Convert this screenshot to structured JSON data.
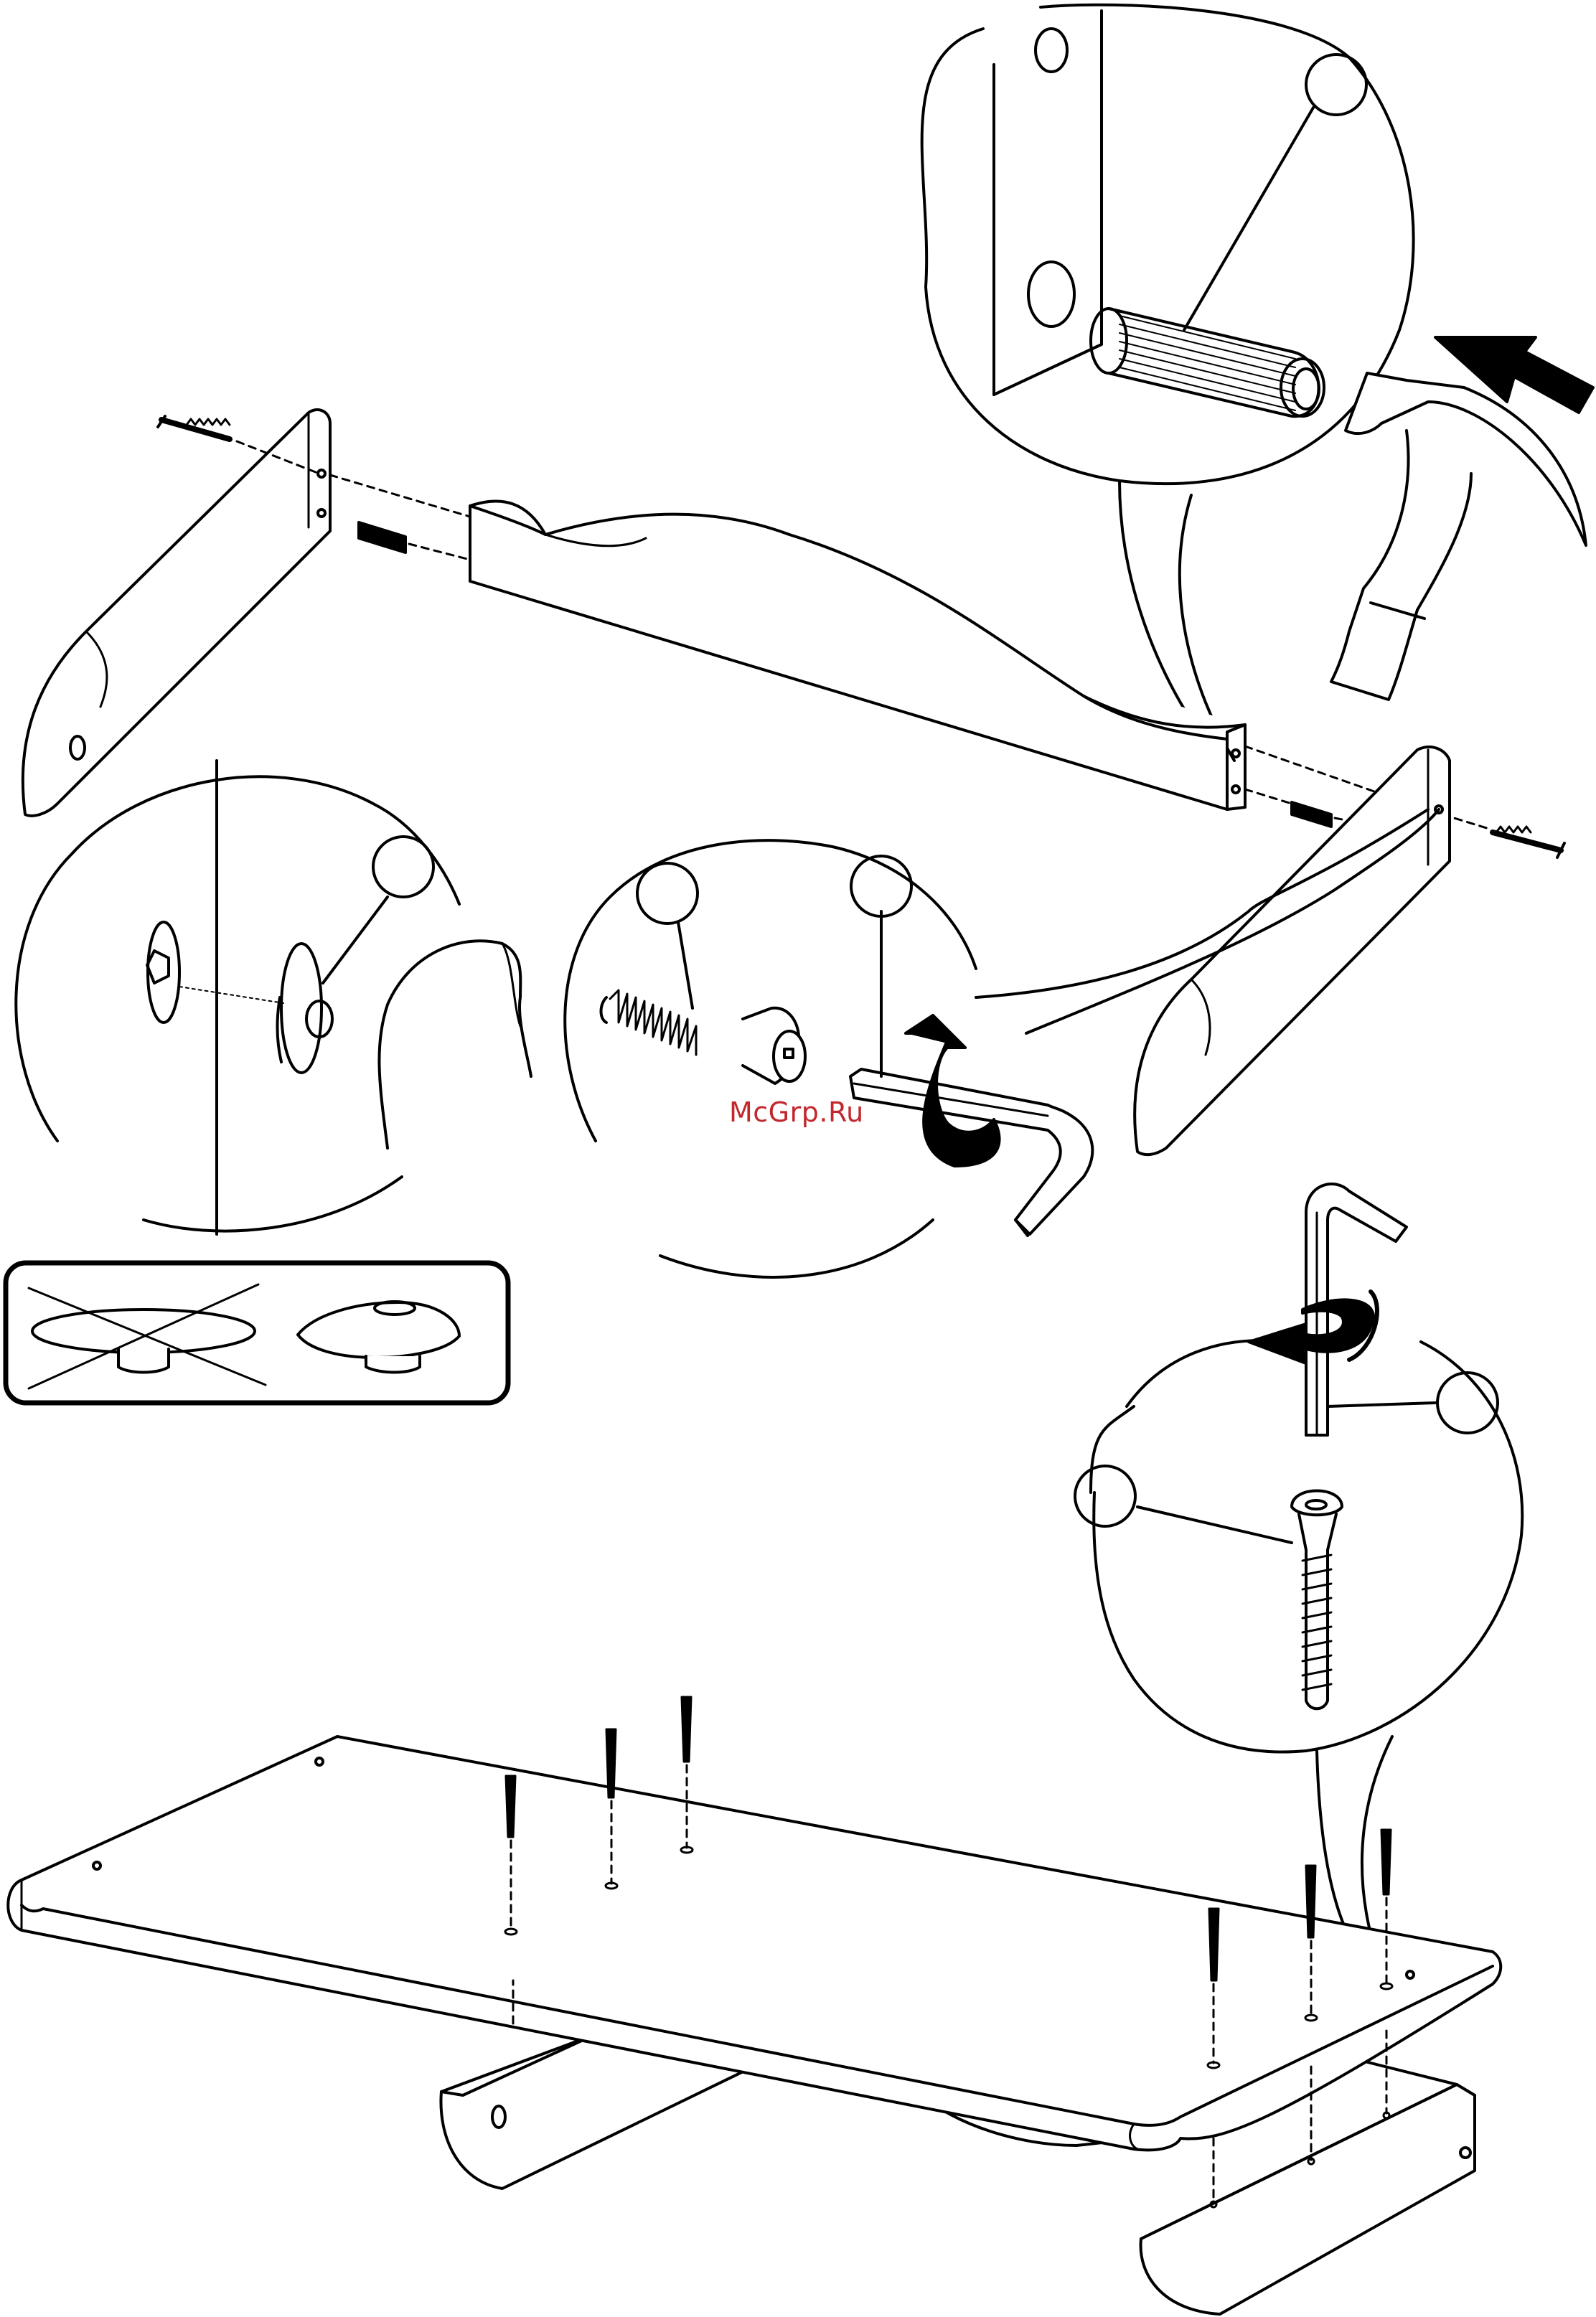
{
  "watermark": {
    "text": "McGrp.Ru",
    "color": "#c1272d"
  },
  "callouts": [
    {
      "id": "dowel-detail",
      "label": ""
    },
    {
      "id": "cam-lock-detail",
      "label": ""
    },
    {
      "id": "bolt-detail",
      "label": ""
    },
    {
      "id": "hex-key-detail",
      "label": ""
    },
    {
      "id": "screw-detail-top",
      "label": ""
    },
    {
      "id": "screw-detail-left",
      "label": ""
    }
  ],
  "icons": {
    "hammer": "hammer-icon",
    "push_arrow": "push-arrow-icon",
    "rotate_arrow": "rotate-arrow-icon",
    "hex_key": "hex-key-icon",
    "wrong_orientation": "wrong-orientation-icon",
    "correct_orientation": "correct-orientation-icon"
  },
  "colors": {
    "line": "#000000",
    "paper": "#ffffff"
  }
}
